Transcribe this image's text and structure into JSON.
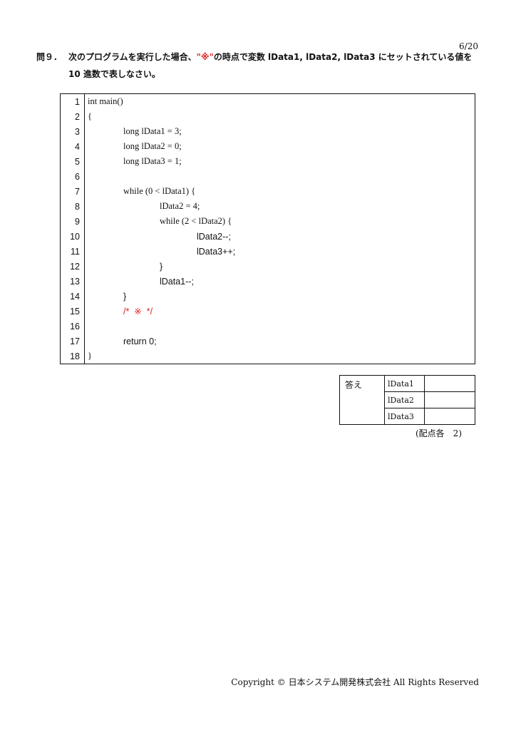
{
  "page_number": "6/20",
  "question": {
    "number": "問９．",
    "text_before": "次のプログラムを実行した場合、",
    "marker": "\"※\"",
    "text_after": "の時点で変数 lData1, lData2, lData3 にセットされている値を",
    "line2": "10 進数で表しなさい。"
  },
  "code_lines": [
    {
      "num": "1",
      "text": "int main()"
    },
    {
      "num": "2",
      "text": "{"
    },
    {
      "num": "3",
      "text": "long lData1 = 3;"
    },
    {
      "num": "4",
      "text": "long lData2 = 0;"
    },
    {
      "num": "5",
      "text": "long lData3 = 1;"
    },
    {
      "num": "6",
      "text": ""
    },
    {
      "num": "7",
      "text": "while (0 < lData1) {"
    },
    {
      "num": "8",
      "text": "lData2 = 4;"
    },
    {
      "num": "9",
      "text": "while (2 < lData2) {"
    },
    {
      "num": "10",
      "text": "lData2--;"
    },
    {
      "num": "11",
      "text": "lData3++;"
    },
    {
      "num": "12",
      "text": "}"
    },
    {
      "num": "13",
      "text": "lData1--;"
    },
    {
      "num": "14",
      "text": "}"
    },
    {
      "num": "15",
      "text": "/*  ※  */"
    },
    {
      "num": "16",
      "text": ""
    },
    {
      "num": "17",
      "text": "return 0;"
    },
    {
      "num": "18",
      "text": "}"
    }
  ],
  "answer": {
    "header": "答え",
    "variables": [
      "lData1",
      "lData2",
      "lData3"
    ]
  },
  "points": "(配点各　2)",
  "copyright": "Copyright © 日本システム開発株式会社 All Rights Reserved",
  "colors": {
    "accent_red": "#e02020"
  }
}
